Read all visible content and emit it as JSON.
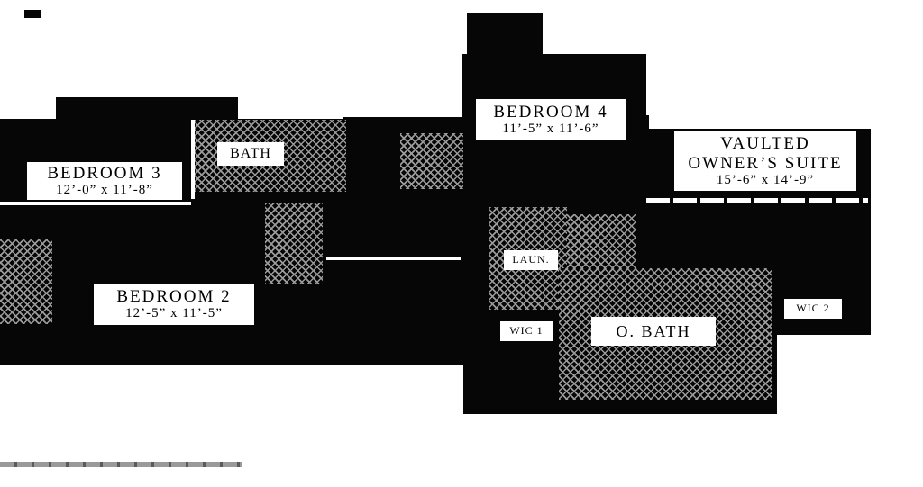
{
  "colors": {
    "ink": "#060606",
    "hatch": "#9a9a9a",
    "label-bg": "#ffffff",
    "label-text": "#000000",
    "page-bg": "#ffffff"
  },
  "rooms": {
    "bedroom3": {
      "name": "BEDROOM 3",
      "dims": "12’-0” x 11’-8”"
    },
    "bath": {
      "name": "BATH"
    },
    "bedroom4": {
      "name": "BEDROOM 4",
      "dims": "11’-5” x 11’-6”"
    },
    "owners_suite": {
      "line1": "VAULTED",
      "line2": "OWNER’S SUITE",
      "dims": "15’-6” x 14’-9”"
    },
    "bedroom2": {
      "name": "BEDROOM 2",
      "dims": "12’-5” x 11’-5”"
    },
    "laundry": {
      "name": "LAUN."
    },
    "wic1": {
      "name": "WIC 1"
    },
    "owners_bath": {
      "name": "O. BATH"
    },
    "wic2": {
      "name": "WIC 2"
    }
  }
}
